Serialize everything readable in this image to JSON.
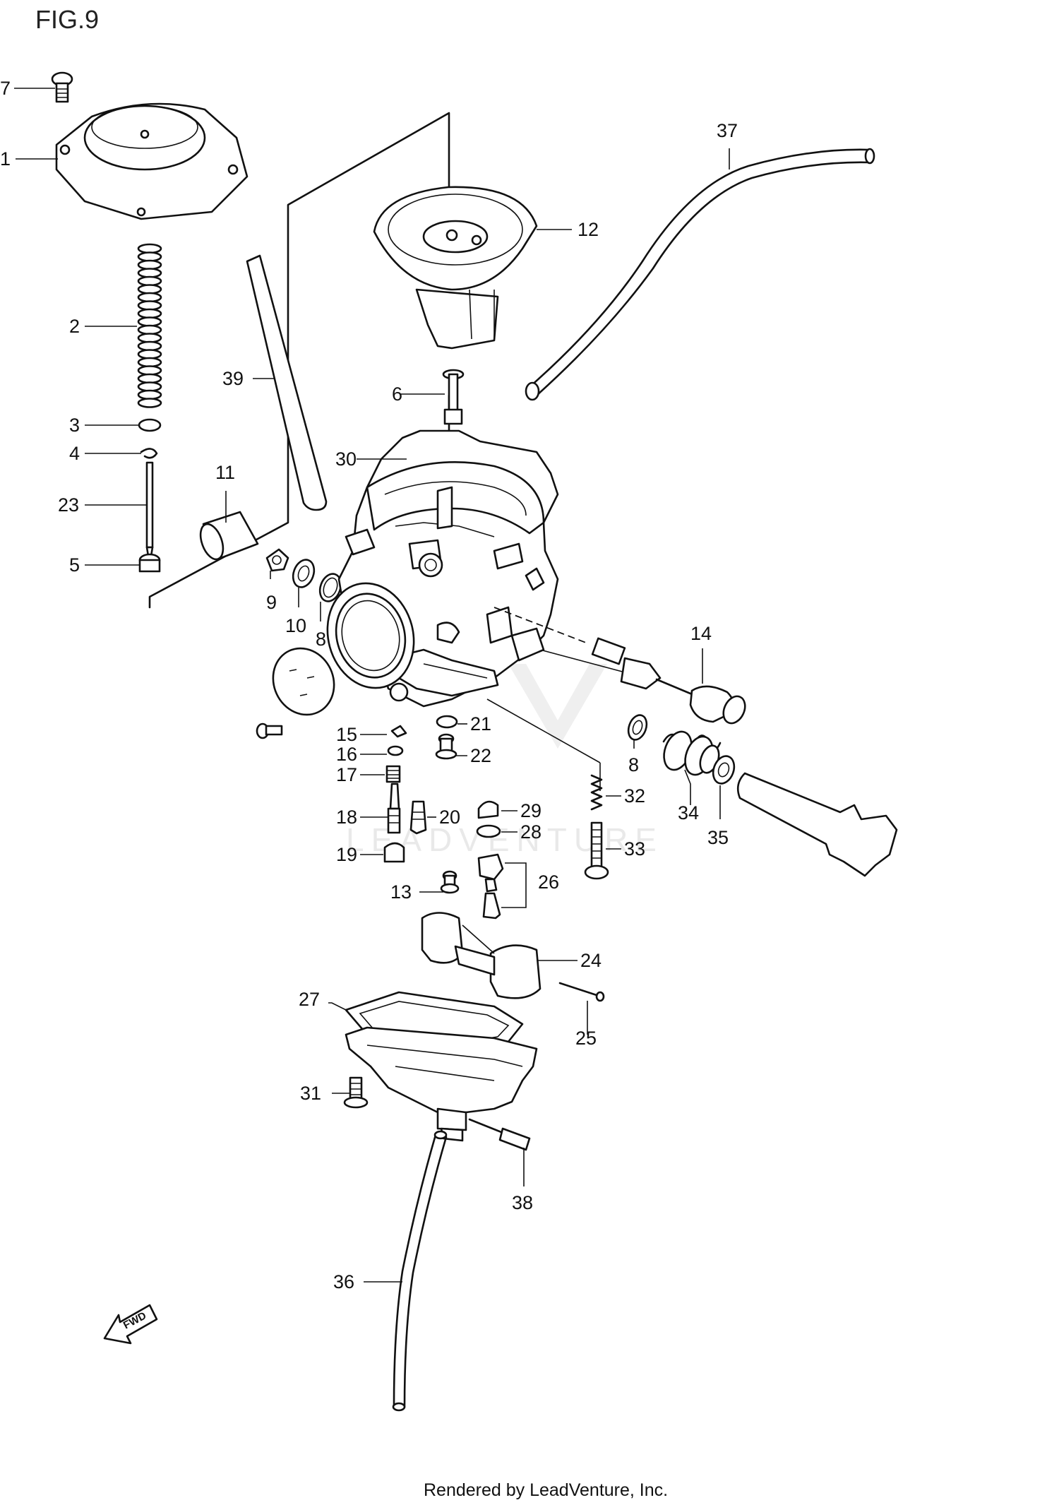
{
  "figure_label": "FIG.9",
  "footer": "Rendered by LeadVenture, Inc.",
  "watermark": "LEADVENTURE",
  "fwd_label": "FWD",
  "callouts": {
    "c1": "1",
    "c2": "2",
    "c3": "3",
    "c4": "4",
    "c5": "5",
    "c6": "6",
    "c7": "7",
    "c8a": "8",
    "c8b": "8",
    "c9": "9",
    "c10": "10",
    "c11": "11",
    "c12": "12",
    "c13": "13",
    "c14": "14",
    "c15": "15",
    "c16": "16",
    "c17": "17",
    "c18": "18",
    "c19": "19",
    "c20": "20",
    "c21": "21",
    "c22": "22",
    "c23": "23",
    "c24": "24",
    "c25": "25",
    "c26": "26",
    "c27": "27",
    "c28": "28",
    "c29": "29",
    "c30": "30",
    "c31": "31",
    "c32": "32",
    "c33": "33",
    "c34": "34",
    "c35": "35",
    "c36": "36",
    "c37": "37",
    "c38": "38",
    "c39": "39"
  }
}
